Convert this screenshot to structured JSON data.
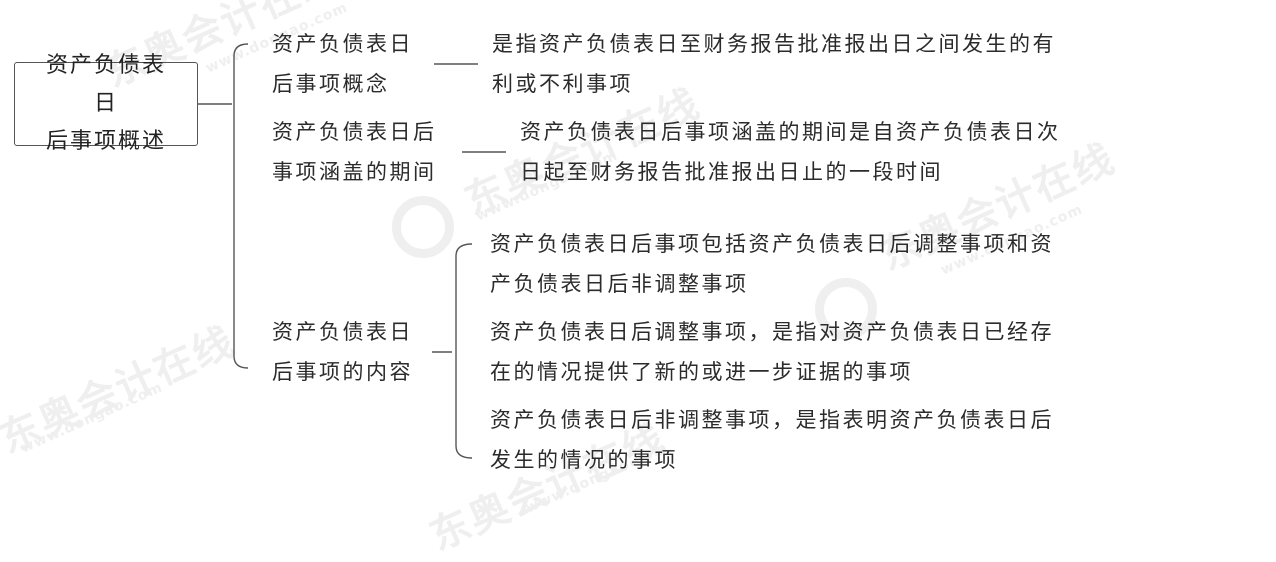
{
  "root": {
    "line1": "资产负债表日",
    "line2": "后事项概述"
  },
  "branches": [
    {
      "label_line1": "资产负债表日",
      "label_line2": "后事项概念",
      "detail_line1": "是指资产负债表日至财务报告批准报出日之间发生的有",
      "detail_line2": "利或不利事项"
    },
    {
      "label_line1": "资产负债表日后",
      "label_line2": "事项涵盖的期间",
      "detail_line1": "资产负债表日后事项涵盖的期间是自资产负债表日次",
      "detail_line2": "日起至财务报告批准报出日止的一段时间"
    },
    {
      "label_line1": "资产负债表日",
      "label_line2": "后事项的内容",
      "sub_items": [
        {
          "line1": "资产负债表日后事项包括资产负债表日后调整事项和资",
          "line2": "产负债表日后非调整事项"
        },
        {
          "line1": "资产负债表日后调整事项，是指对资产负债表日已经存",
          "line2": "在的情况提供了新的或进一步证据的事项"
        },
        {
          "line1": "资产负债表日后非调整事项，是指表明资产负债表日后",
          "line2": "发生的情况的事项"
        }
      ]
    }
  ],
  "watermark": {
    "brand": "东奥会计在线",
    "url": "www.dongao.com"
  },
  "colors": {
    "text": "#2b2b2b",
    "lines": "#555555",
    "watermark": "#efefef"
  }
}
